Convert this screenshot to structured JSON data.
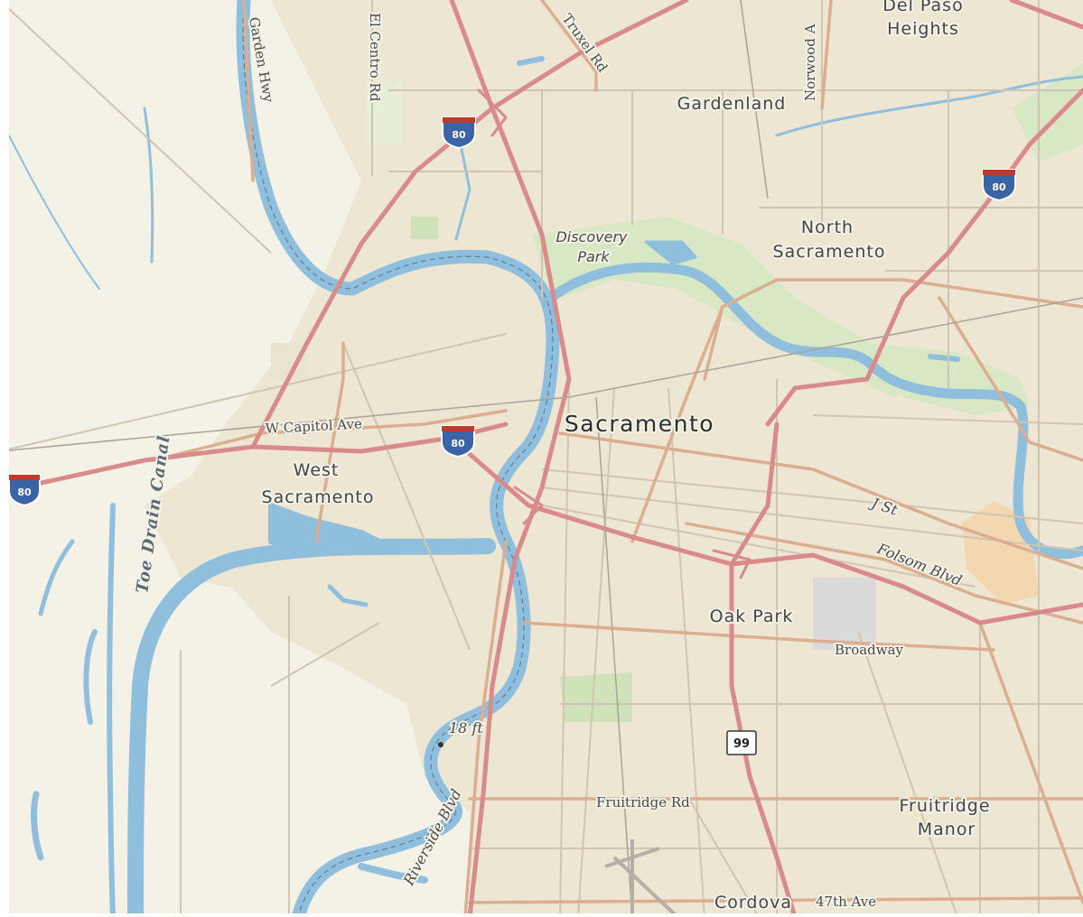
{
  "map": {
    "places": {
      "sacramento": "Sacramento",
      "west_sacramento_1": "West",
      "west_sacramento_2": "Sacramento",
      "north_sacramento_1": "North",
      "north_sacramento_2": "Sacramento",
      "gardenland": "Gardenland",
      "del_paso_1": "Del Paso",
      "del_paso_2": "Heights",
      "oak_park": "Oak Park",
      "fruitridge_1": "Fruitridge",
      "fruitridge_2": "Manor",
      "cordova": "Cordova"
    },
    "parks": {
      "discovery_1": "Discovery",
      "discovery_2": "Park"
    },
    "roads": {
      "garden_hwy": "Garden Hwy",
      "el_centro": "El Centro Rd",
      "truxel": "Truxel Rd",
      "norwood": "Norwood A",
      "w_capitol": "W Capitol Ave",
      "j_st": "J St",
      "folsom": "Folsom Blvd",
      "broadway": "Broadway",
      "fruitridge_rd": "Fruitridge Rd",
      "riverside": "Riverside Blvd",
      "ave_47th": "47th Ave"
    },
    "water": {
      "toe_drain": "Toe Drain Canal"
    },
    "elevation": "18 ft",
    "shields": {
      "i80": "80",
      "sr99": "99"
    },
    "colors": {
      "land": "#f4f1e6",
      "urban": "#ece6d2",
      "water": "#8fbfdc",
      "park": "#d8e8c4",
      "freeway": "#d98b8b",
      "arterial": "#dcae91",
      "minor_road": "#cfc5b2"
    }
  }
}
